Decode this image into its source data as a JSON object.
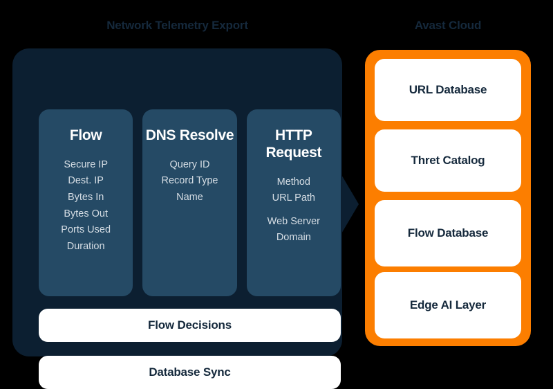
{
  "colors": {
    "background": "#000000",
    "telemetry_panel": "#0c1f31",
    "protocol_card": "#254a65",
    "cloud_panel": "#fc7e00",
    "card_surface": "#ffffff",
    "dark_text": "#15293c",
    "light_text": "#d5dde4"
  },
  "telemetry": {
    "title": "Network Telemetry Export",
    "protocol_cards": [
      {
        "title": "Flow",
        "fields": [
          "Secure IP",
          "Dest. IP",
          "Bytes In",
          "Bytes Out",
          "Ports Used",
          "Duration"
        ],
        "fields_after_gap": []
      },
      {
        "title": "DNS Resolve",
        "fields": [
          "Query ID",
          "Record Type",
          "Name"
        ],
        "fields_after_gap": []
      },
      {
        "title": "HTTP Request",
        "fields": [
          "Method",
          "URL Path"
        ],
        "fields_after_gap": [
          "Web Server",
          "Domain"
        ]
      }
    ],
    "bars": [
      {
        "label": "Flow Decisions"
      },
      {
        "label": "Database Sync"
      }
    ]
  },
  "cloud": {
    "title": "Avast Cloud",
    "cards": [
      {
        "label": "URL Database"
      },
      {
        "label": "Thret Catalog"
      },
      {
        "label": "Flow Database"
      },
      {
        "label": "Edge AI Layer"
      }
    ]
  },
  "connector": {
    "name": "arrow-right-icon",
    "direction": "telemetry-to-cloud"
  }
}
